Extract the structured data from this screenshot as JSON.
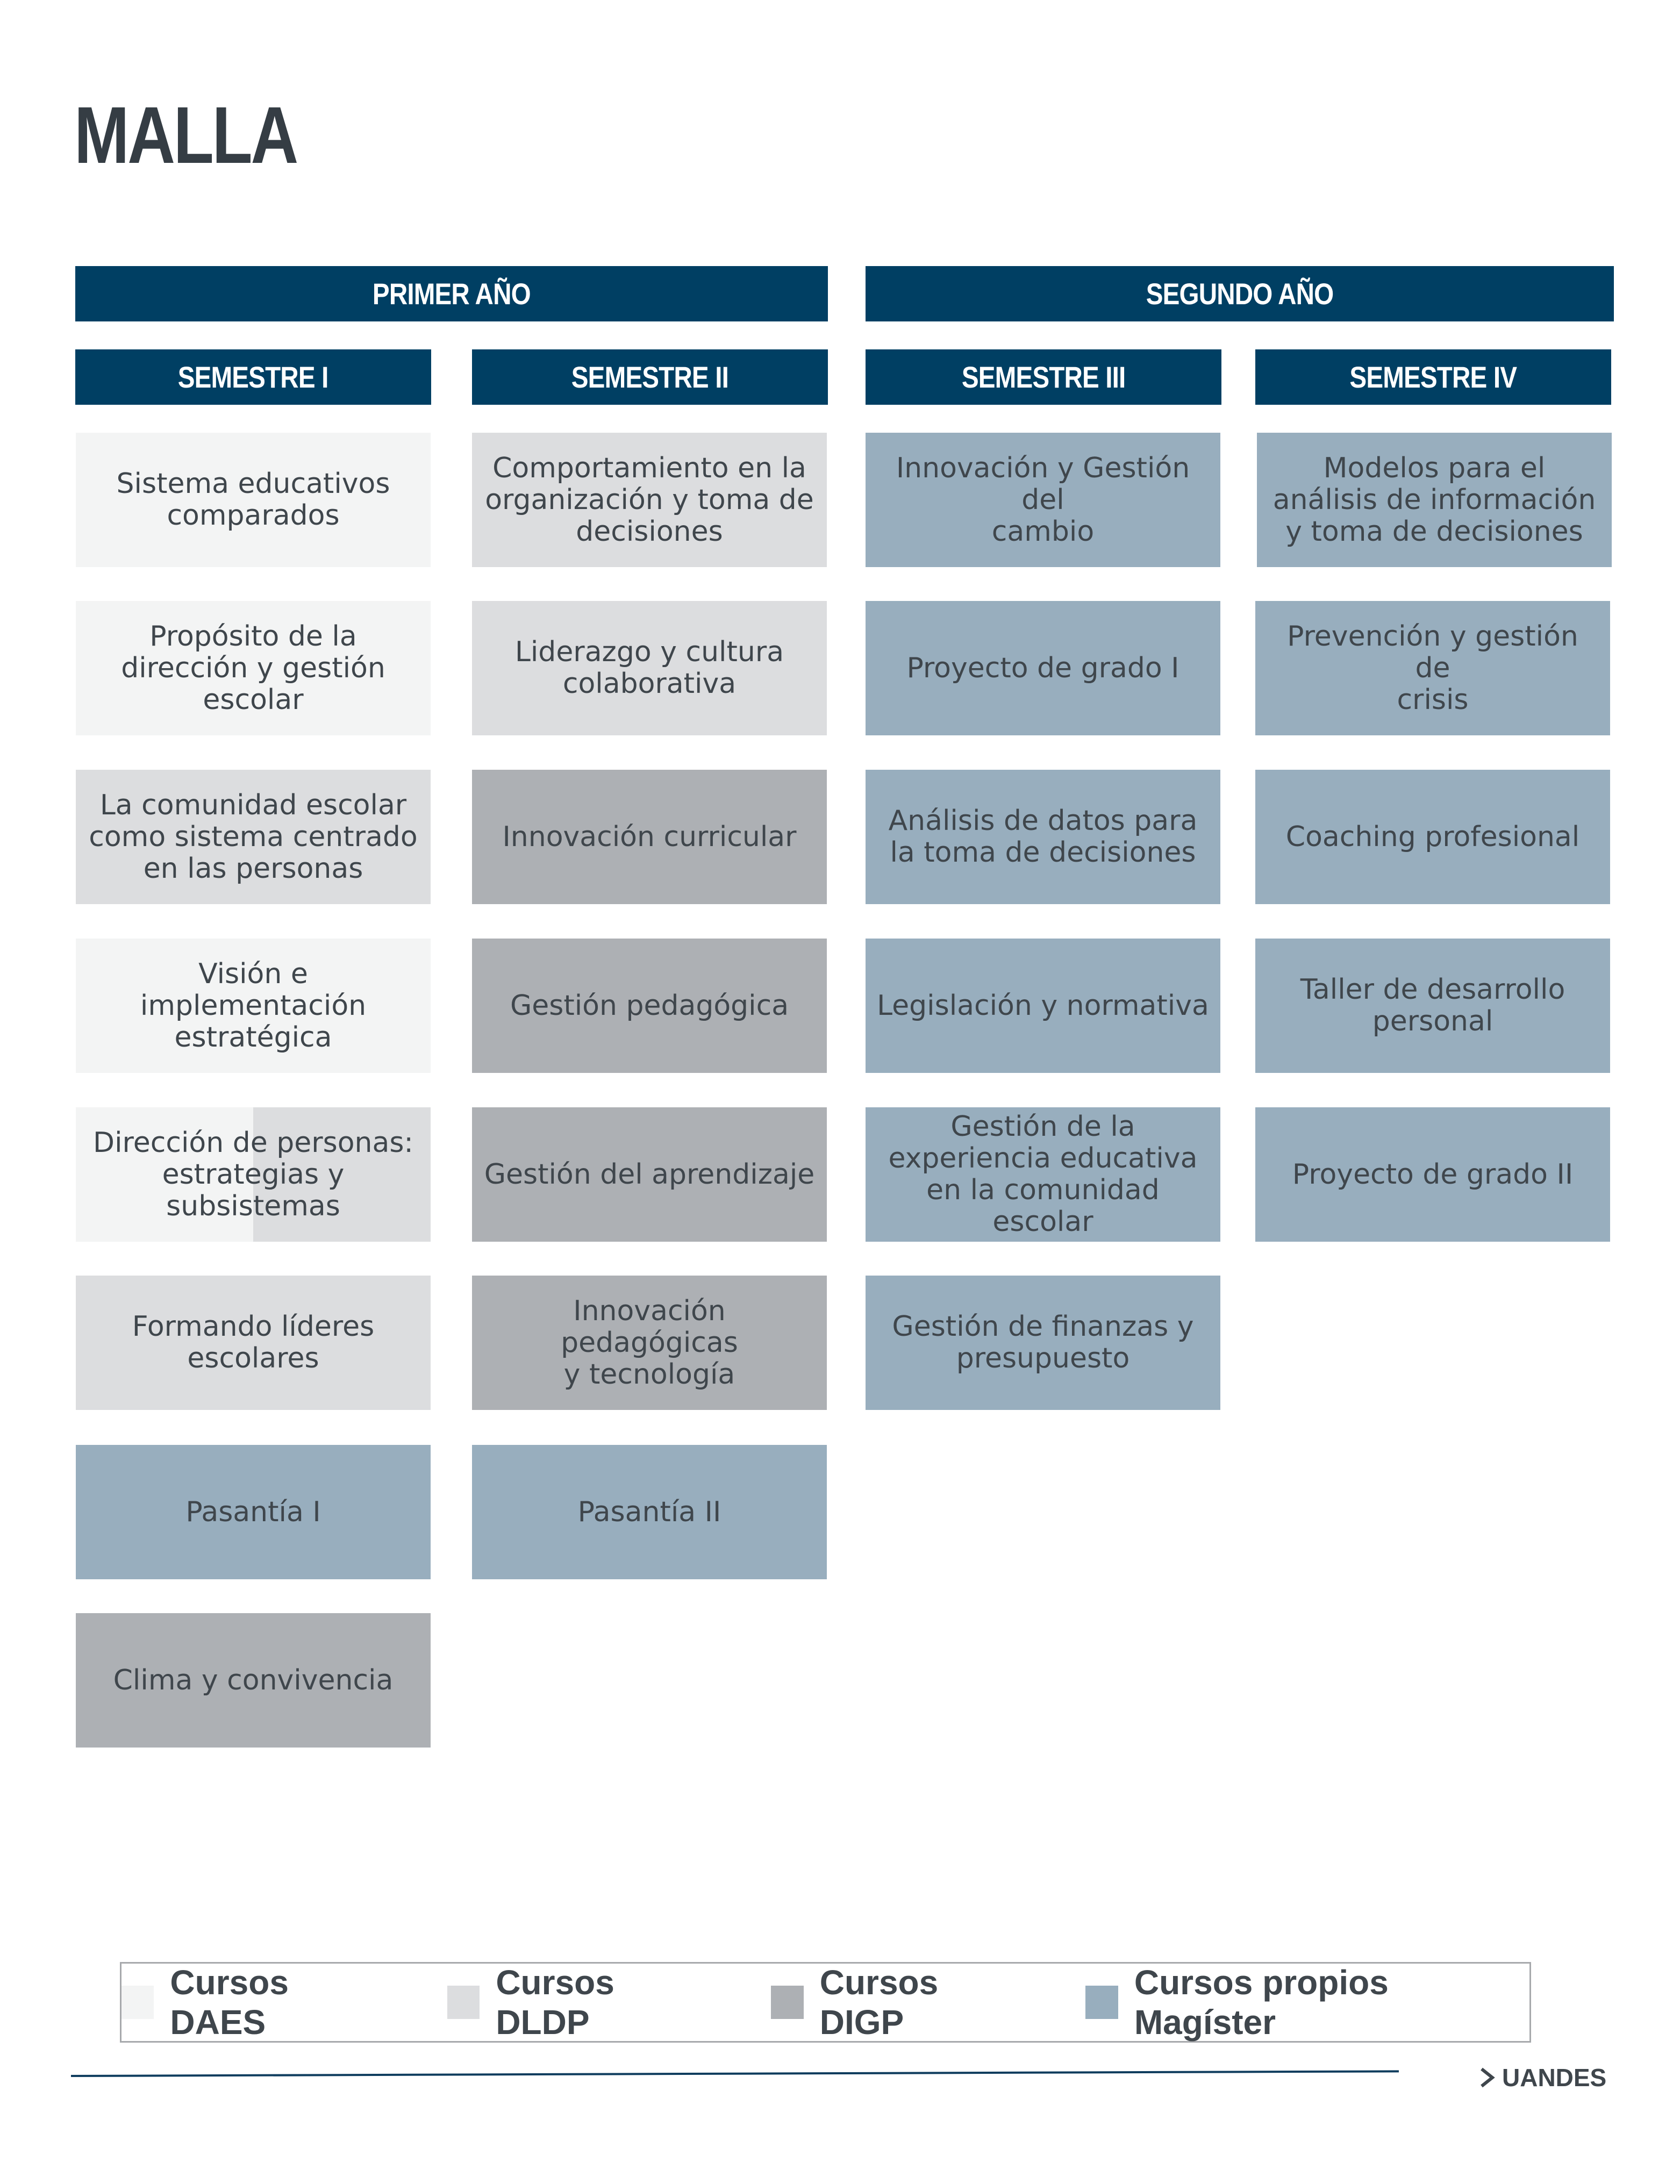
{
  "title": "MALLA",
  "years": [
    {
      "label": "PRIMER AÑO"
    },
    {
      "label": "SEGUNDO AÑO"
    }
  ],
  "semesters": [
    {
      "label": "SEMESTRE I"
    },
    {
      "label": "SEMESTRE II"
    },
    {
      "label": "SEMESTRE III"
    },
    {
      "label": "SEMESTRE IV"
    }
  ],
  "categories": {
    "daes": {
      "label": "Cursos DAES",
      "color": "#f3f4f4"
    },
    "dldp": {
      "label": "Cursos DLDP",
      "color": "#dcdddf"
    },
    "digp": {
      "label": "Cursos DIGP",
      "color": "#adb0b4"
    },
    "magister": {
      "label": "Cursos propios Magíster",
      "color": "#98aebe"
    }
  },
  "courses": {
    "s1": [
      {
        "name": "Sistema educativos\ncomparados",
        "category": "daes"
      },
      {
        "name": "Propósito de la\ndirección y gestión\nescolar",
        "category": "daes"
      },
      {
        "name": "La comunidad escolar\ncomo sistema centrado\nen las personas",
        "category": "dldp"
      },
      {
        "name": "Visión e\nimplementación\nestratégica",
        "category": "daes"
      },
      {
        "name": "Dirección de personas:\nestrategias y\nsubsistemas",
        "category": "daes/dldp"
      },
      {
        "name": "Formando líderes\nescolares",
        "category": "dldp"
      },
      {
        "name": "Pasantía I",
        "category": "magister"
      },
      {
        "name": "Clima y convivencia",
        "category": "digp"
      }
    ],
    "s2": [
      {
        "name": "Comportamiento en la\norganización y toma de\ndecisiones",
        "category": "dldp"
      },
      {
        "name": "Liderazgo y cultura\ncolaborativa",
        "category": "dldp"
      },
      {
        "name": "Innovación curricular",
        "category": "digp"
      },
      {
        "name": "Gestión pedagógica",
        "category": "digp"
      },
      {
        "name": "Gestión del aprendizaje",
        "category": "digp"
      },
      {
        "name": "Innovación pedagógicas\ny tecnología",
        "category": "digp"
      },
      {
        "name": "Pasantía II",
        "category": "magister"
      }
    ],
    "s3": [
      {
        "name": "Innovación y Gestión del\ncambio",
        "category": "magister"
      },
      {
        "name": "Proyecto de grado I",
        "category": "magister"
      },
      {
        "name": "Análisis de datos para\nla toma de decisiones",
        "category": "magister"
      },
      {
        "name": "Legislación y normativa",
        "category": "magister"
      },
      {
        "name": "Gestión de la\nexperiencia educativa\nen la comunidad\nescolar",
        "category": "magister"
      },
      {
        "name": "Gestión de finanzas y\npresupuesto",
        "category": "magister"
      }
    ],
    "s4": [
      {
        "name": "Modelos para el\nanálisis de información\ny toma de decisiones",
        "category": "magister"
      },
      {
        "name": "Prevención y gestión de\ncrisis",
        "category": "magister"
      },
      {
        "name": "Coaching profesional",
        "category": "magister"
      },
      {
        "name": "Taller de desarrollo\npersonal",
        "category": "magister"
      },
      {
        "name": "Proyecto de grado II",
        "category": "magister"
      }
    ]
  },
  "brand": "UANDES",
  "brand_icon": "chevron-right-icon"
}
